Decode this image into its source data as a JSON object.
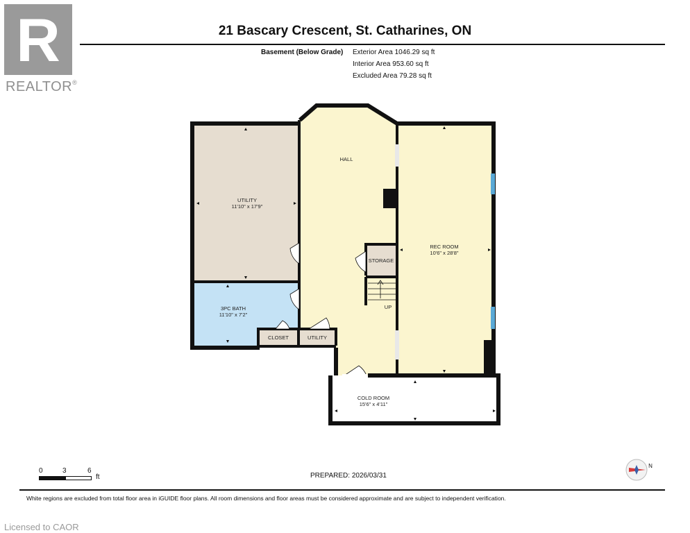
{
  "logo": {
    "text": "REALTOR",
    "reg": "®",
    "letter": "R"
  },
  "header": {
    "title": "21 Bascary Crescent, St. Catharines, ON"
  },
  "areas": {
    "level": "Basement (Below Grade)",
    "exterior": "Exterior Area 1046.29 sq ft",
    "interior": "Interior Area 953.60 sq ft",
    "excluded": "Excluded Area 79.28 sq ft"
  },
  "rooms": {
    "utility_main": {
      "name": "UTILITY",
      "dims": "11'10\" x 17'9\""
    },
    "hall": {
      "name": "HALL"
    },
    "rec_room": {
      "name": "REC ROOM",
      "dims": "10'6\" x 28'8\""
    },
    "storage": {
      "name": "STORAGE"
    },
    "bath": {
      "name": "3PC BATH",
      "dims": "11'10\" x 7'2\""
    },
    "closet": {
      "name": "CLOSET"
    },
    "utility_small": {
      "name": "UTILITY"
    },
    "stairs": {
      "label": "UP"
    },
    "cold_room": {
      "name": "COLD ROOM",
      "dims": "15'6\" x 4'11\""
    }
  },
  "colors": {
    "utility": "#e6ddd0",
    "hall": "#fbf5cf",
    "rec": "#fbf5cf",
    "bath": "#c4e2f5",
    "wall": "#111111",
    "window": "#5aa9d6"
  },
  "scale": {
    "t0": "0",
    "t3": "3",
    "t6": "6",
    "unit": "ft"
  },
  "footer": {
    "prepared": "PREPARED: 2026/03/31",
    "note": "White regions are excluded from total floor area in iGUIDE floor plans. All room dimensions and floor areas must be considered approximate and are subject to independent verification.",
    "licensed": "Licensed to CAOR"
  },
  "compass": {
    "label": "N"
  }
}
